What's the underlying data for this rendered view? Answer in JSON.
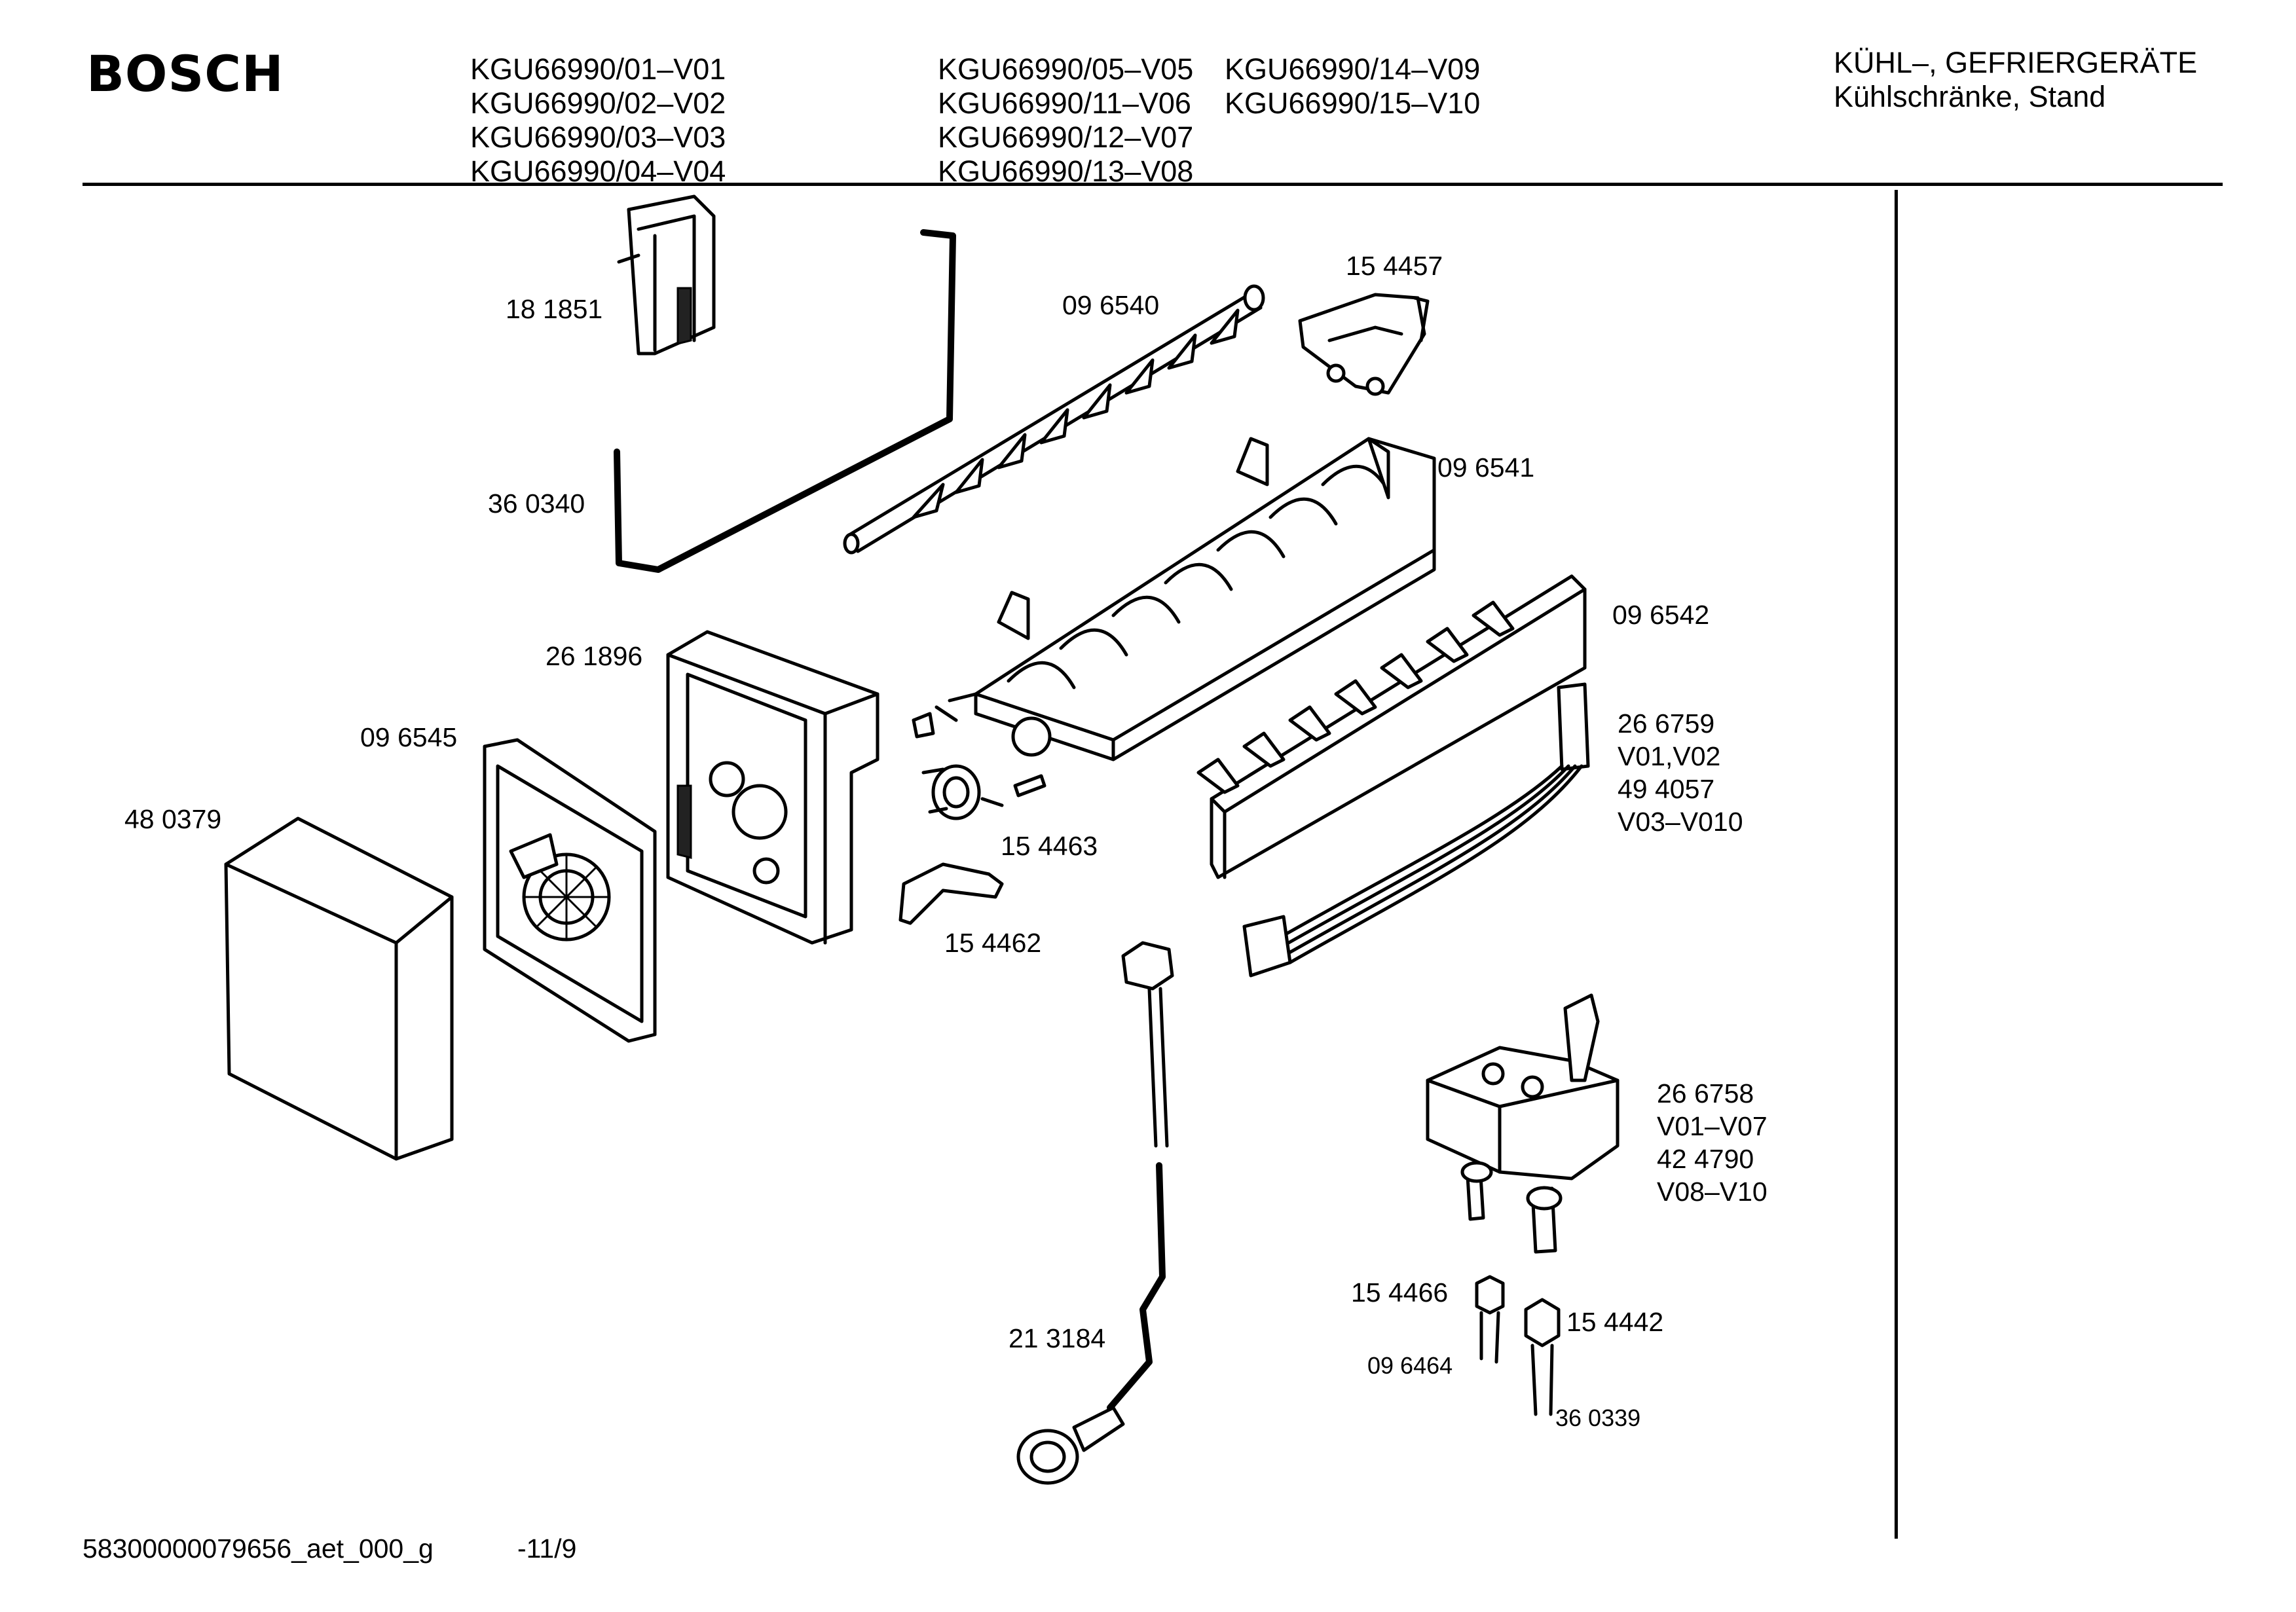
{
  "header": {
    "brand": "BOSCH",
    "models_col1": [
      "KGU66990/01–V01",
      "KGU66990/02–V02",
      "KGU66990/03–V03",
      "KGU66990/04–V04"
    ],
    "models_col2": [
      "KGU66990/05–V05",
      "KGU66990/11–V06",
      "KGU66990/12–V07",
      "KGU66990/13–V08"
    ],
    "models_col3": [
      "KGU66990/14–V09",
      "KGU66990/15–V10"
    ],
    "category_line1": "KÜHL–, GEFRIERGERÄTE",
    "category_line2": "Kühlschränke, Stand"
  },
  "parts": {
    "p181851": "18 1851",
    "p360340": "36 0340",
    "p096540": "09 6540",
    "p154457": "15 4457",
    "p096541": "09 6541",
    "p096542": "09 6542",
    "p261896": "26 1896",
    "p096545": "09 6545",
    "p480379": "48 0379",
    "p154463": "15 4463",
    "p154462": "15 4462",
    "p266759": [
      "26 6759",
      "V01,V02",
      "49 4057",
      "V03–V010"
    ],
    "p266758": [
      "26 6758",
      "V01–V07",
      "42 4790",
      "V08–V10"
    ],
    "p154466": "15 4466",
    "p154442": "15 4442",
    "p096464": "09 6464",
    "p360339": "36 0339",
    "p213184": "21 3184"
  },
  "footer": {
    "doc_id": "58300000079656_aet_000_g",
    "page": "-11/9"
  }
}
